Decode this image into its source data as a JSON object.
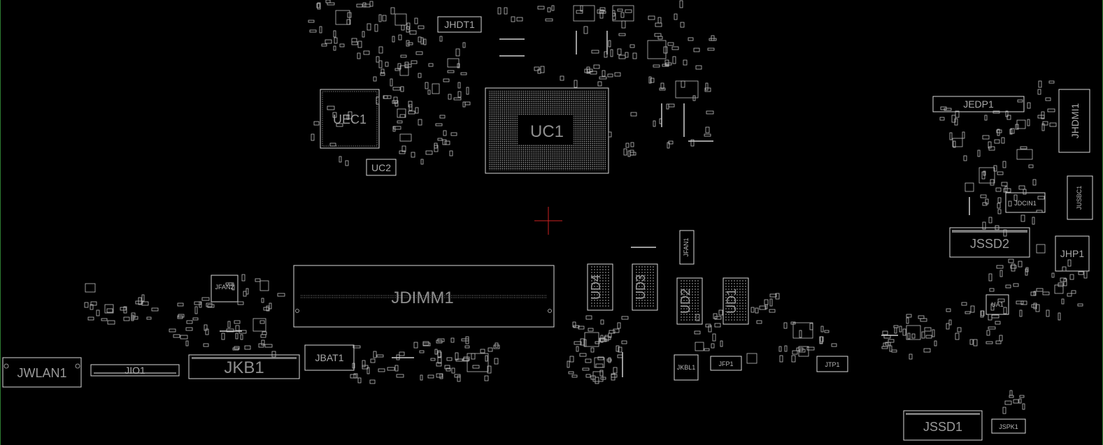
{
  "colors": {
    "background": "#000000",
    "silkscreen": "#d8d8d8",
    "label": "#9a9a9a",
    "origin_marker": "#cc2222",
    "board_edge": "#2e7d32"
  },
  "components": {
    "UEC1": "UEC1",
    "UC1": "UC1",
    "UC2": "UC2",
    "JHDT1": "JHDT1",
    "JEDP1": "JEDP1",
    "JHDMI1": "JHDMI1",
    "JUSBC1": "JUSBC1",
    "JDCIN1": "JDCIN1",
    "JSSD2": "JSSD2",
    "JHP1": "JHP1",
    "UA1": "UA1",
    "JFAN1": "JFAN1",
    "JDIMM1": "JDIMM1",
    "JFAN2": "JFAN2",
    "UD4": "UD4",
    "UD3": "UD3",
    "UD2": "UD2",
    "UD1": "UD1",
    "JWLAN1": "JWLAN1",
    "JIO1": "JIO1",
    "JKB1": "JKB1",
    "JBAT1": "JBAT1",
    "JKBL1": "JKBL1",
    "JFP1": "JFP1",
    "JTP1": "JTP1",
    "JSSD1": "JSSD1",
    "JSPK1": "JSPK1"
  }
}
